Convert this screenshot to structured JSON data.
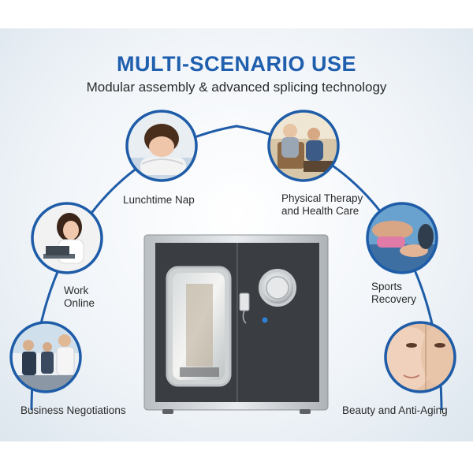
{
  "header": {
    "title": "MULTI-SCENARIO USE",
    "subtitle": "Modular assembly & advanced splicing technology"
  },
  "scenarios": [
    {
      "label": "Lunchtime Nap",
      "icon": "sleeping-woman-photo"
    },
    {
      "label_line1": "Physical Therapy",
      "label_line2": "and Health Care",
      "icon": "elderly-care-photo"
    },
    {
      "label_line1": "Work",
      "label_line2": "Online",
      "icon": "woman-laptop-photo"
    },
    {
      "label_line1": "Sports",
      "label_line2": "Recovery",
      "icon": "massage-photo"
    },
    {
      "label": "Business Negotiations",
      "icon": "handshake-photo"
    },
    {
      "label": "Beauty and Anti-Aging",
      "icon": "face-skin-photo"
    }
  ],
  "product": {
    "icon": "hyperbaric-pod"
  },
  "colors": {
    "accent": "#1f5fae",
    "ring": "#1e5ca8",
    "arc": "#1e5ca8"
  }
}
